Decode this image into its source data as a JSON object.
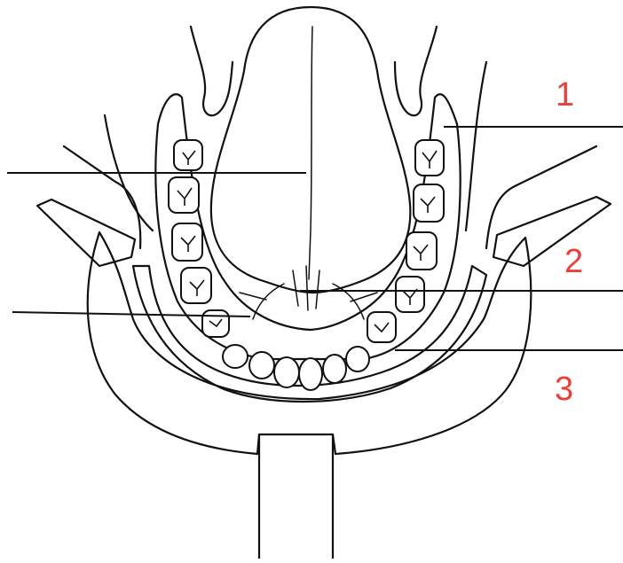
{
  "figure": {
    "type": "anatomical line drawing",
    "labels": [
      {
        "id": "1",
        "text": "1",
        "color": "#e8403a"
      },
      {
        "id": "2",
        "text": "2",
        "color": "#e8403a"
      },
      {
        "id": "3",
        "text": "3",
        "color": "#e8403a"
      }
    ]
  }
}
